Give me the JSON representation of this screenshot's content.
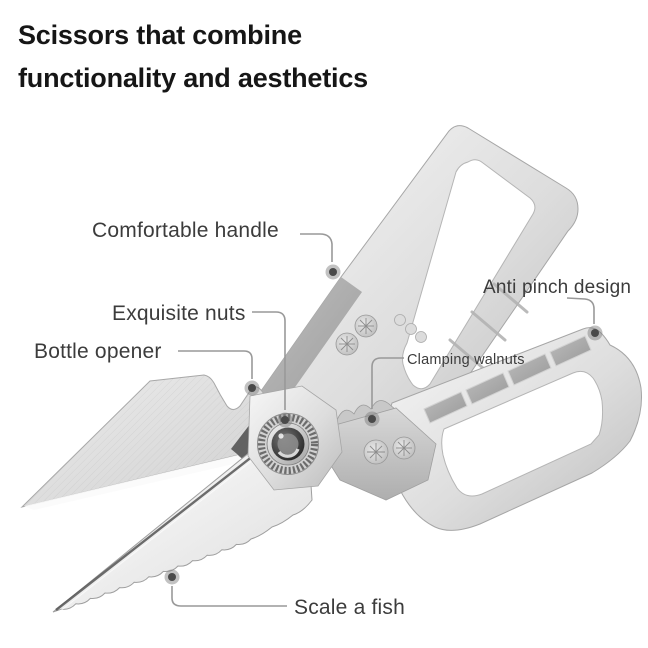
{
  "title": {
    "line1": "Scissors that combine",
    "line2": "functionality and aesthetics"
  },
  "callouts": {
    "comfortable_handle": {
      "label": "Comfortable handle"
    },
    "anti_pinch": {
      "label": "Anti pinch design"
    },
    "exquisite_nuts": {
      "label": "Exquisite nuts"
    },
    "bottle_opener": {
      "label": "Bottle opener"
    },
    "clamping_walnuts": {
      "label": "Clamping walnuts"
    },
    "scale_fish": {
      "label": "Scale a fish"
    }
  },
  "illustration": {
    "subject": "silver multifunction kitchen scissors, open, handles at upper right, serrated blades pointing lower left, round knurled pivot nut in center"
  },
  "colors": {
    "background": "#ffffff",
    "title_text": "#161616",
    "label_text": "#3c3c3c",
    "leader_line": "#999999",
    "callout_dot": "#4a4a4a",
    "metal_light": "#f4f4f4",
    "metal_mid": "#c9c9c9",
    "metal_dark": "#8f8f8f"
  }
}
